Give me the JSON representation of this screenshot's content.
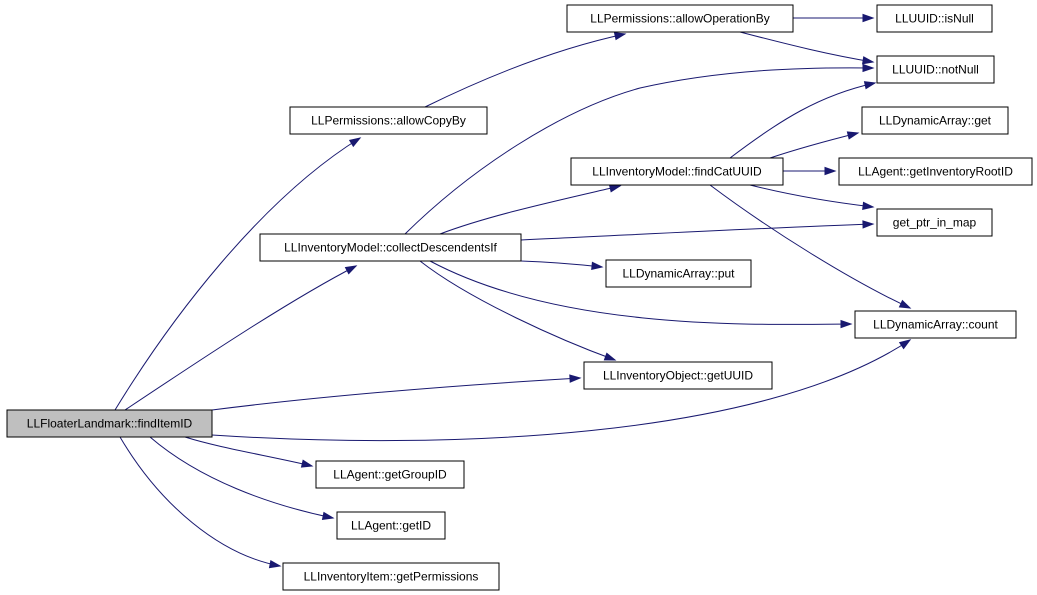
{
  "colors": {
    "edge": "#191970",
    "node_fill": "#ffffff",
    "root_fill": "#bfbfbf",
    "border": "#000000"
  },
  "nodes": [
    {
      "id": "findItemID",
      "label": "LLFloaterLandmark::findItemID",
      "root": true
    },
    {
      "id": "allowCopyBy",
      "label": "LLPermissions::allowCopyBy"
    },
    {
      "id": "allowOperationBy",
      "label": "LLPermissions::allowOperationBy"
    },
    {
      "id": "isNull",
      "label": "LLUUID::isNull"
    },
    {
      "id": "notNull",
      "label": "LLUUID::notNull"
    },
    {
      "id": "daGet",
      "label": "LLDynamicArray::get"
    },
    {
      "id": "findCatUUID",
      "label": "LLInventoryModel::findCatUUID"
    },
    {
      "id": "getInventoryRootID",
      "label": "LLAgent::getInventoryRootID"
    },
    {
      "id": "getPtrInMap",
      "label": "get_ptr_in_map"
    },
    {
      "id": "collectDescendentsIf",
      "label": "LLInventoryModel::collectDescendentsIf"
    },
    {
      "id": "daPut",
      "label": "LLDynamicArray::put"
    },
    {
      "id": "daCount",
      "label": "LLDynamicArray::count"
    },
    {
      "id": "getUUID",
      "label": "LLInventoryObject::getUUID"
    },
    {
      "id": "getGroupID",
      "label": "LLAgent::getGroupID"
    },
    {
      "id": "getID",
      "label": "LLAgent::getID"
    },
    {
      "id": "getPermissions",
      "label": "LLInventoryItem::getPermissions"
    }
  ],
  "edges": [
    {
      "from": "findItemID",
      "to": "allowCopyBy"
    },
    {
      "from": "findItemID",
      "to": "collectDescendentsIf"
    },
    {
      "from": "findItemID",
      "to": "getUUID"
    },
    {
      "from": "findItemID",
      "to": "daCount"
    },
    {
      "from": "findItemID",
      "to": "getGroupID"
    },
    {
      "from": "findItemID",
      "to": "getID"
    },
    {
      "from": "findItemID",
      "to": "getPermissions"
    },
    {
      "from": "allowCopyBy",
      "to": "allowOperationBy"
    },
    {
      "from": "allowOperationBy",
      "to": "isNull"
    },
    {
      "from": "allowOperationBy",
      "to": "notNull"
    },
    {
      "from": "collectDescendentsIf",
      "to": "notNull"
    },
    {
      "from": "collectDescendentsIf",
      "to": "findCatUUID"
    },
    {
      "from": "collectDescendentsIf",
      "to": "getPtrInMap"
    },
    {
      "from": "collectDescendentsIf",
      "to": "daPut"
    },
    {
      "from": "collectDescendentsIf",
      "to": "daCount"
    },
    {
      "from": "collectDescendentsIf",
      "to": "getUUID"
    },
    {
      "from": "findCatUUID",
      "to": "notNull"
    },
    {
      "from": "findCatUUID",
      "to": "daGet"
    },
    {
      "from": "findCatUUID",
      "to": "getInventoryRootID"
    },
    {
      "from": "findCatUUID",
      "to": "getPtrInMap"
    },
    {
      "from": "findCatUUID",
      "to": "daCount"
    }
  ]
}
